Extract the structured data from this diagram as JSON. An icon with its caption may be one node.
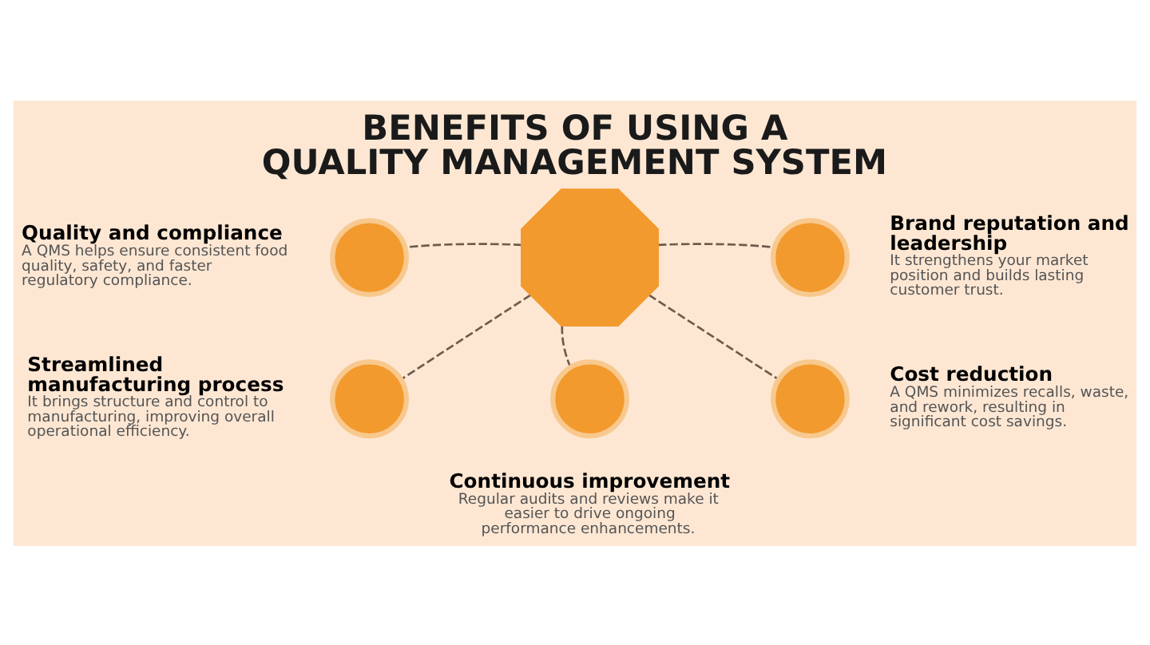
{
  "diagram": {
    "title": "BENEFITS OF USING A QUALITY MANAGEMENT SYSTEM",
    "nodes": [
      {
        "text": [],
        "shape": "badge"
      },
      {
        "text": [],
        "shape": "circle",
        "beside": [
          "Quality and compliance",
          "A QMS helps ensure consistent food quality, safety, and faster regulatory compliance."
        ]
      },
      {
        "text": [],
        "shape": "circle",
        "beside": [
          "Brand reputation and leadership",
          "It strengthens your market position and builds lasting customer trust."
        ]
      },
      {
        "text": [],
        "shape": "circle",
        "beside": [
          "Streamlined manufacturing process",
          "It brings structure and control to manufacturing, improving overall operational efficiency."
        ]
      },
      {
        "text": [],
        "shape": "circle",
        "beside": [
          "Cost reduction",
          "A QMS minimizes recalls, waste, and rework, resulting in significant cost savings."
        ]
      },
      {
        "text": [],
        "shape": "circle",
        "beside": [
          "Continuous improvement",
          "Regular audits and reviews make it easier to drive ongoing performance enhancements."
        ]
      }
    ],
    "edges": [
      {
        "from": 0,
        "to": 1,
        "arrow": "none",
        "style": "dashed"
      },
      {
        "from": 0,
        "to": 2,
        "arrow": "none",
        "style": "dashed"
      },
      {
        "from": 0,
        "to": 3,
        "arrow": "none",
        "style": "dashed"
      },
      {
        "from": 0,
        "to": 4,
        "arrow": "none",
        "style": "dashed"
      },
      {
        "from": 0,
        "to": 5,
        "arrow": "none",
        "style": "dashed"
      }
    ]
  }
}
